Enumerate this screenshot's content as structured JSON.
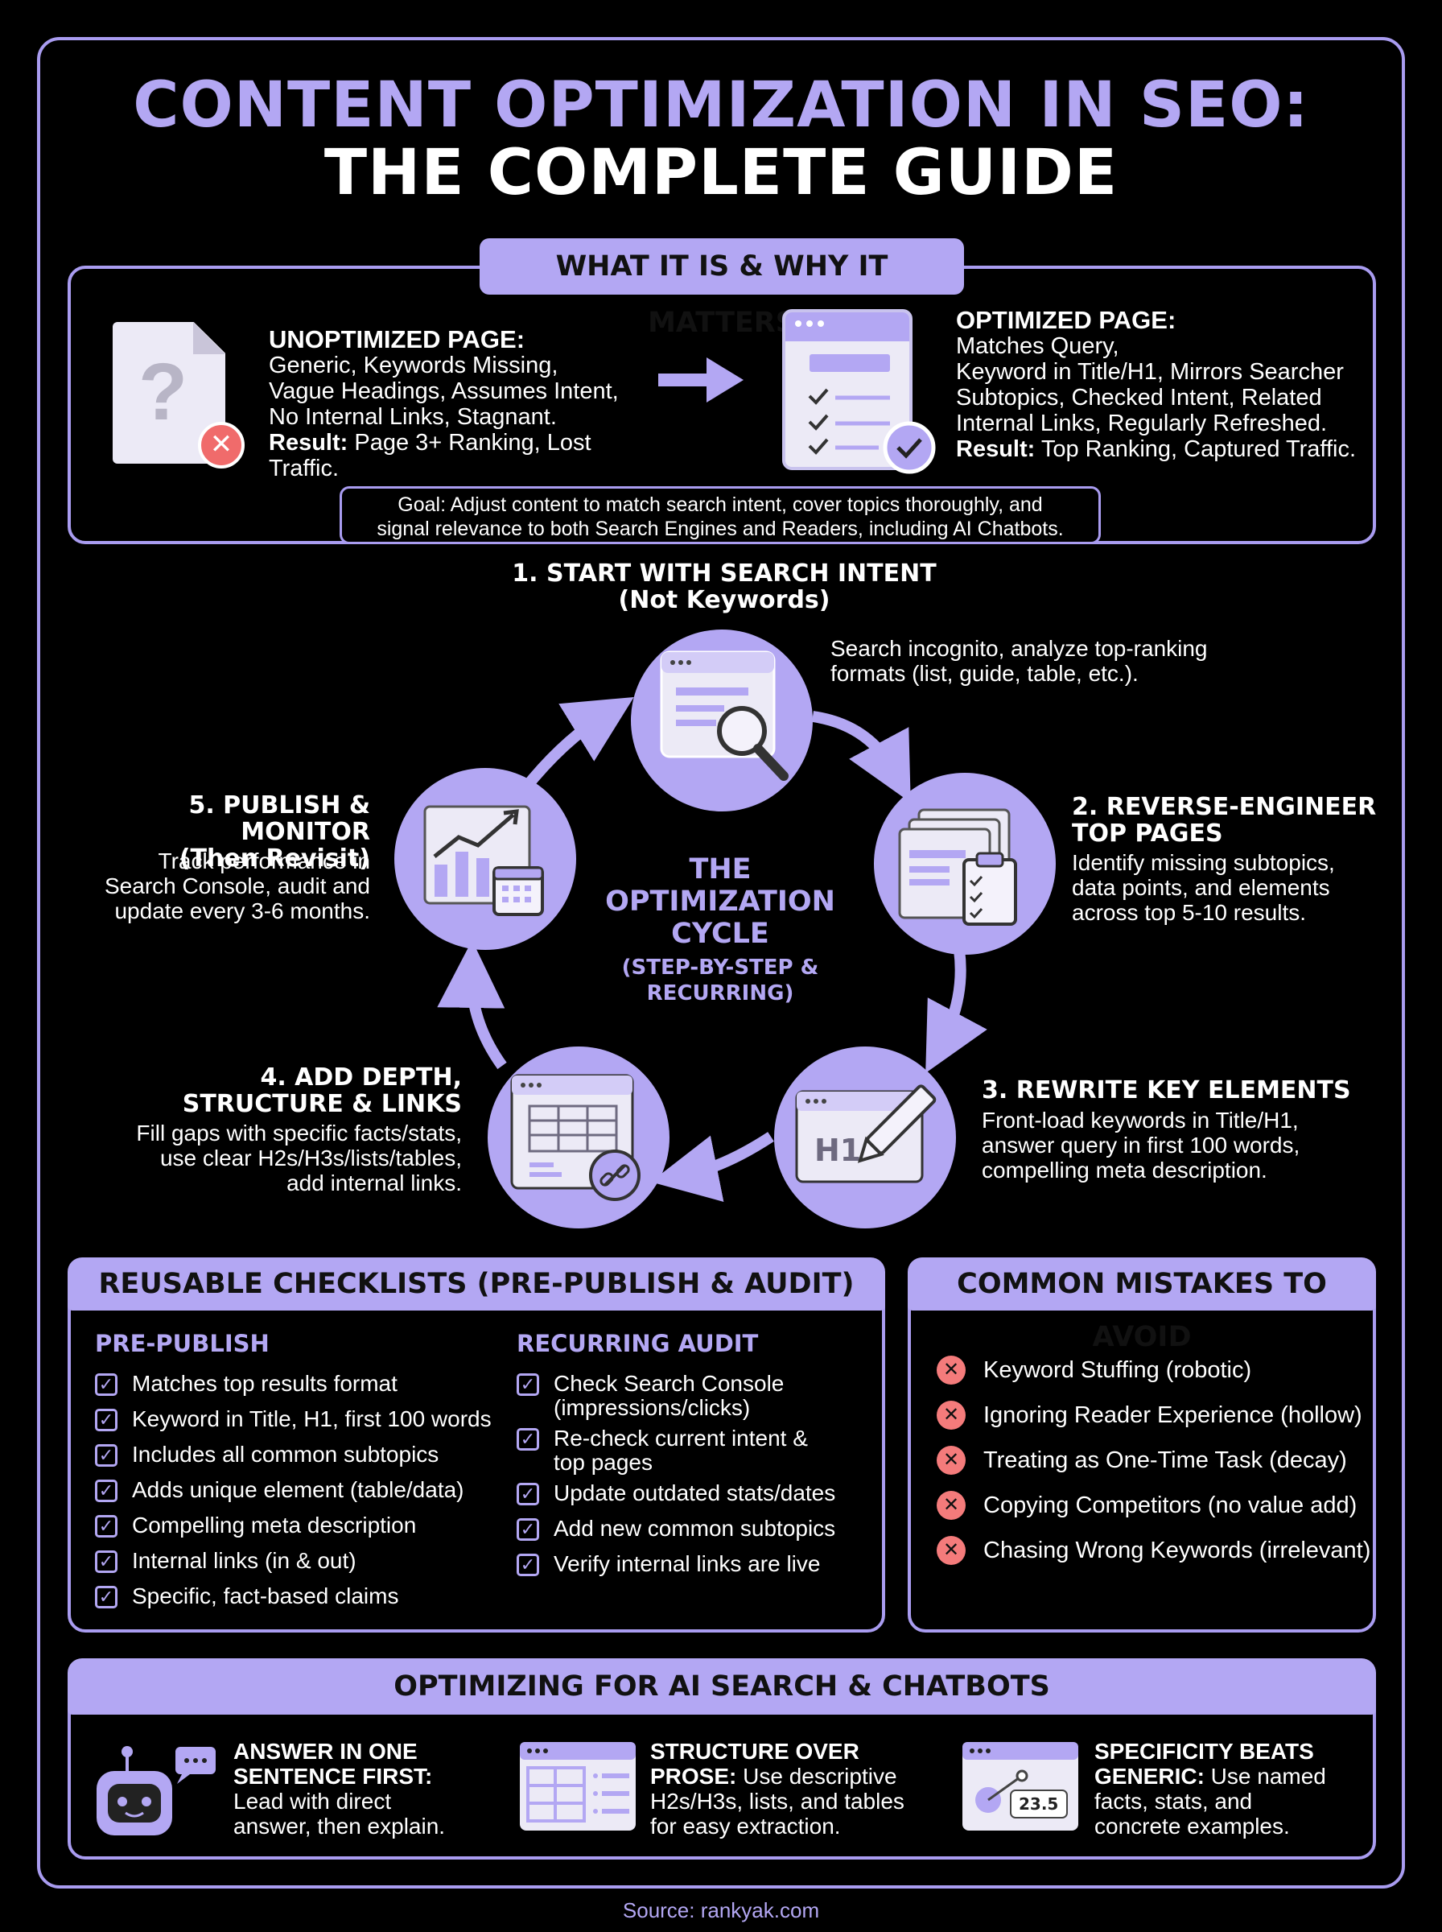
{
  "title": {
    "line1": "CONTENT OPTIMIZATION IN SEO:",
    "line2": "THE COMPLETE GUIDE"
  },
  "what_it_is": {
    "heading": "WHAT IT IS & WHY IT MATTERS",
    "unoptimized": {
      "label": "UNOPTIMIZED PAGE:",
      "lines": [
        "Generic, Keywords Missing,",
        "Vague Headings, Assumes Intent,",
        "No Internal Links, Stagnant."
      ],
      "result_label": "Result:",
      "result_text": " Page 3+ Ranking, Lost Traffic."
    },
    "optimized": {
      "label": "OPTIMIZED PAGE:",
      "lines": [
        "Matches Query,",
        "Keyword in Title/H1, Mirrors Searcher",
        "Subtopics, Checked Intent, Related",
        "Internal Links, Regularly Refreshed."
      ],
      "result_label": "Result:",
      "result_text": " Top Ranking, Captured Traffic."
    },
    "goal_line1": "Goal: Adjust content to match search intent, cover topics thoroughly, and",
    "goal_line2": "signal relevance to both Search Engines and Readers, including AI Chatbots."
  },
  "cycle": {
    "center_line1": "THE",
    "center_line2": "OPTIMIZATION",
    "center_line3": "CYCLE",
    "center_sub1": "(STEP-BY-STEP &",
    "center_sub2": "RECURRING)",
    "steps": [
      {
        "h1": "1. START WITH SEARCH INTENT",
        "h2": "(Not Keywords)",
        "b1": "Search incognito, analyze top-ranking",
        "b2": "formats (list, guide, table, etc.).",
        "b3": ""
      },
      {
        "h1": "2. REVERSE-ENGINEER",
        "h2": "TOP PAGES",
        "b1": "Identify missing subtopics,",
        "b2": "data points, and elements",
        "b3": "across top 5-10 results."
      },
      {
        "h1": "3. REWRITE KEY ELEMENTS",
        "h2": "",
        "b1": "Front-load keywords in Title/H1,",
        "b2": "answer query in first 100 words,",
        "b3": "compelling meta description."
      },
      {
        "h1": "4. ADD DEPTH,",
        "h2": "STRUCTURE & LINKS",
        "b1": "Fill gaps with specific facts/stats,",
        "b2": "use clear H2s/H3s/lists/tables,",
        "b3": "add internal links."
      },
      {
        "h1": "5. PUBLISH & MONITOR",
        "h2": "(Then Revisit)",
        "b1": "Track performance in",
        "b2": "Search Console, audit and",
        "b3": "update every 3-6 months."
      }
    ],
    "h1_icon_text": "H1"
  },
  "checklists": {
    "heading": "REUSABLE CHECKLISTS (PRE-PUBLISH & AUDIT)",
    "prepublish": {
      "title": "PRE-PUBLISH",
      "items": [
        "Matches top results format",
        "Keyword in Title, H1, first 100 words",
        "Includes all common subtopics",
        "Adds unique element (table/data)",
        "Compelling meta description",
        "Internal links (in & out)",
        "Specific, fact-based claims"
      ]
    },
    "audit": {
      "title": "RECURRING AUDIT",
      "items": [
        {
          "l1": "Check Search Console",
          "l2": "(impressions/clicks)"
        },
        {
          "l1": "Re-check current intent &",
          "l2": "top pages"
        },
        {
          "l1": "Update outdated stats/dates",
          "l2": ""
        },
        {
          "l1": "Add new common subtopics",
          "l2": ""
        },
        {
          "l1": "Verify internal links are live",
          "l2": ""
        }
      ]
    }
  },
  "mistakes": {
    "heading": "COMMON MISTAKES TO AVOID",
    "items": [
      "Keyword Stuffing (robotic)",
      "Ignoring Reader Experience (hollow)",
      "Treating as One-Time Task (decay)",
      "Copying Competitors (no value add)",
      "Chasing Wrong Keywords (irrelevant)"
    ]
  },
  "ai": {
    "heading": "OPTIMIZING FOR AI SEARCH & CHATBOTS",
    "tips": [
      {
        "bold1": "ANSWER IN ONE",
        "bold2": "SENTENCE FIRST:",
        "rest1": "Lead with direct",
        "rest2": "answer, then explain."
      },
      {
        "bold1": "STRUCTURE OVER",
        "bold2": "PROSE:",
        "rest_inline": " Use descriptive",
        "rest1": "H2s/H3s, lists, and tables",
        "rest2": "for easy extraction."
      },
      {
        "bold1": "SPECIFICITY BEATS",
        "bold2": "GENERIC:",
        "rest_inline": " Use named",
        "rest1": "facts, stats, and",
        "rest2": "concrete examples."
      }
    ],
    "stat_value": "23.5"
  },
  "source": "Source: rankyak.com",
  "colors": {
    "accent": "#b3a7f3",
    "border": "#a99cf0",
    "error": "#f06b6b",
    "background": "#000000"
  }
}
